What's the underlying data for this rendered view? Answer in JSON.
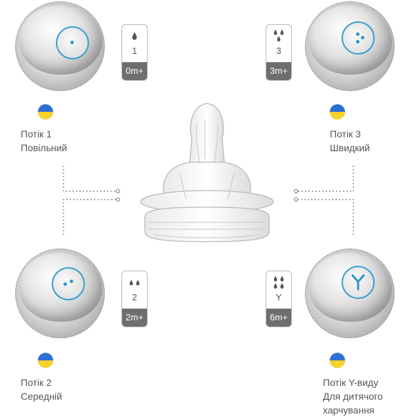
{
  "variants": [
    {
      "id": "flow-1",
      "title": "Потік 1",
      "subtitle": "Повільний",
      "badge_number": "1",
      "badge_age": "0m+",
      "drops": 1,
      "hole": "single-dot"
    },
    {
      "id": "flow-3",
      "title": "Потік 3",
      "subtitle": "Швидкий",
      "badge_number": "3",
      "badge_age": "3m+",
      "drops": 3,
      "hole": "three-dots"
    },
    {
      "id": "flow-2",
      "title": "Потік 2",
      "subtitle": "Середній",
      "badge_number": "2",
      "badge_age": "2m+",
      "drops": 2,
      "hole": "two-dots"
    },
    {
      "id": "flow-y",
      "title": "Потік Y-виду",
      "subtitle": "Для дитячого",
      "subtitle2": "харчування",
      "badge_number": "Y",
      "badge_age": "6m+",
      "drops": 4,
      "hole": "y-cut"
    }
  ],
  "colors": {
    "accent_blue": "#3a9fd0",
    "badge_dark": "#6e6e6e",
    "flag_blue": "#2f6fd1",
    "flag_yellow": "#f7d12b"
  }
}
